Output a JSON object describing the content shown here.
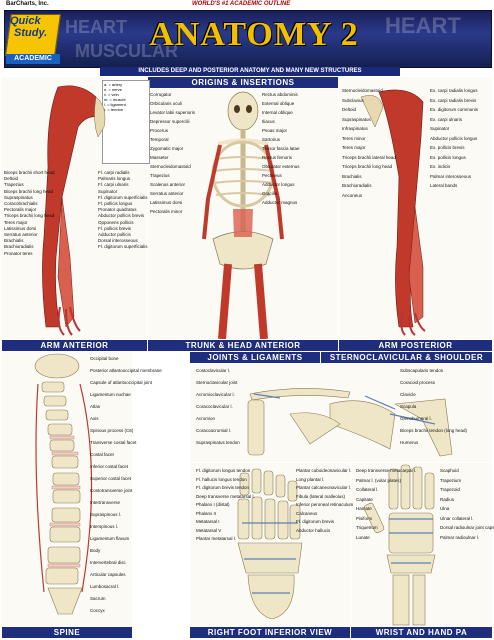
{
  "publisher": "BarCharts, Inc.",
  "tagline": "WORLD'S #1 ACADEMIC OUTLINE",
  "logo": {
    "line1": "Quick",
    "line2": "Study.",
    "badge": "ACADEMIC"
  },
  "title": "ANATOMY 2",
  "subtitle": "INCLUDES DEEP AND POSTERIOR ANATOMY AND MANY NEW STRUCTURES",
  "header_ghost_words": [
    "HEART",
    "MUSCULAR"
  ],
  "sections": {
    "origins": "ORIGINS & INSERTIONS",
    "arm_anterior": "ARM ANTERIOR",
    "trunk_head": "TRUNK & HEAD ANTERIOR",
    "arm_posterior": "ARM POSTERIOR",
    "joints": "JOINTS & LIGAMENTS",
    "sterno": "STERNOCLAVICULAR & SHOULDER",
    "spine": "SPINE",
    "foot": "RIGHT FOOT INFERIOR VIEW",
    "wrist": "WRIST AND HAND PA"
  },
  "legend": [
    "a. = artery",
    "n. = nerve",
    "v. = vein",
    "m. = muscle",
    "l. = ligament",
    "t. = tendon"
  ],
  "labels": {
    "arm_anterior": [
      "Biceps brachii short head",
      "Deltoid",
      "Trapezius",
      "Biceps brachii long head",
      "Supraspinatus",
      "Coracobrachialis",
      "Pectoralis major",
      "Triceps brachii long head",
      "Teres major",
      "Latissimus dorsi",
      "Serratus anterior",
      "Brachialis",
      "Brachioradialis",
      "Pronator teres",
      "Fl. carpi radialis",
      "Palmaris longus",
      "Fl. carpi ulnaris",
      "Supinator",
      "Fl. digitorum superficialis",
      "Fl. pollicis longus",
      "Pronator quadratus",
      "Abductor pollicis brevis",
      "Opponens pollicis",
      "Fl. pollicis brevis",
      "Adductor pollicis",
      "Dorsal interosseous",
      "Fl. digitorum superficialis"
    ],
    "trunk": [
      "Corrugator",
      "Orbicularis oculi",
      "Levator labii superioris",
      "Depressor supercilii",
      "Procerus",
      "Temporal",
      "Zygomatic major",
      "Masseter",
      "Sternocleidomastoid",
      "Trapezius",
      "Scalenus anterior",
      "Serratus anterior",
      "Latissimus dorsi",
      "Pectoralis minor",
      "Rectus abdominis",
      "External oblique",
      "Internal oblique",
      "Iliacus",
      "Psoas major",
      "Sartorius",
      "Tensor fascia latae",
      "Rectus femoris",
      "Obturator externus",
      "Pectineus",
      "Adductor longus",
      "Gracilis",
      "Adductor magnus"
    ],
    "arm_posterior": [
      "Sternocleidomastoid",
      "Subclavius",
      "Deltoid",
      "Supraspinatus",
      "Infraspinatus",
      "Teres minor",
      "Teres major",
      "Triceps brachii lateral head",
      "Triceps brachii long head",
      "Brachialis",
      "Brachioradialis",
      "Anconeus",
      "Ex. carpi radialis longus",
      "Ex. carpi radialis brevis",
      "Ex. digitorum communis",
      "Ex. carpi ulnaris",
      "Supinator",
      "Abductor pollicis longus",
      "Ex. pollicis brevis",
      "Ex. pollicis longus",
      "Ex. indicis",
      "Palmar interosseous",
      "Lateral bands"
    ],
    "spine": [
      "Occipital bone",
      "Posterior atlantooccipital membrane",
      "Capsule of atlantooccipital joint",
      "Ligamentum nuchae",
      "Atlas",
      "Axis",
      "Spinous process (C6)",
      "Transverse costal facet",
      "Costal facet",
      "Inferior costal facet",
      "Superior costal facet",
      "Costotransverse joint",
      "Intertransverse",
      "Supraspinous l.",
      "Interspinous l.",
      "Ligamentum flavum",
      "Body",
      "Intervertebral disc",
      "Articular capsules",
      "Lumbosacral l.",
      "Sacrum",
      "Coccyx"
    ],
    "foot": [
      "Fl. digitorum longus tendon",
      "Fl. hallucis longus tendon",
      "Fl. digitorum brevis tendon",
      "Deep transverse metatarsal l.",
      "Phalanx I (distal)",
      "Phalanx II",
      "Metatarsal I",
      "Metatarsal V",
      "Plantar metatarsal l.",
      "Plantar cuboideonavicular l.",
      "Long plantar l.",
      "Plantar calcaneonavicular l.",
      "Fibula (lateral malleolus)",
      "Inferior peroneal retinaculum",
      "Calcaneus",
      "Fl. digitorum brevis",
      "Abductor hallucis"
    ],
    "sterno": [
      "Costoclavicular l.",
      "Sternoclavicular joint",
      "Acromioclavicular l.",
      "Coracoclavicular l.",
      "Acromion",
      "Coracoacromial l.",
      "Supraspinatus tendon",
      "Subscapularis tendon",
      "Coracoid process",
      "Clavicle",
      "Scapula",
      "Glenohumeral l.",
      "Biceps brachii tendon (long head)",
      "Humerus"
    ],
    "wrist": [
      "Deep transverse metacarpal l.",
      "Palmar l. (volar plates)",
      "Collateral l.",
      "Capitate",
      "Hamate",
      "Pisiform",
      "Triquetrum",
      "Lunate",
      "Scaphoid",
      "Trapezium",
      "Trapezoid",
      "Radius",
      "Ulna",
      "Ulnar collateral l.",
      "Dorsal radioulnar joint capsule",
      "Palmar radioulnar l."
    ]
  },
  "colors": {
    "banner": "#1e2d7c",
    "title": "#f0c000",
    "muscle": "#c0392b",
    "bone": "#efe6c8"
  }
}
